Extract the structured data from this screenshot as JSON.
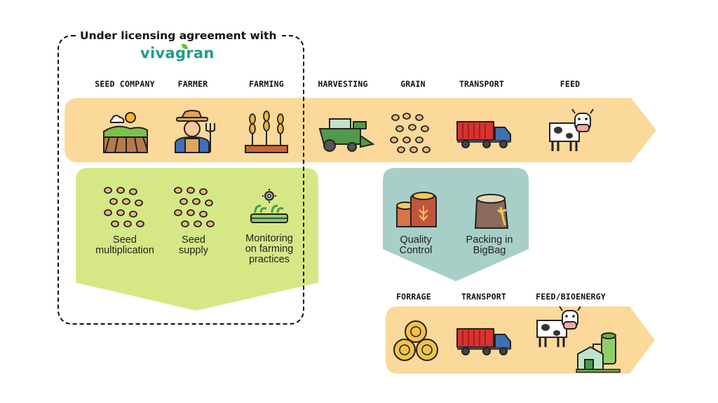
{
  "license": {
    "title": "Under licensing agreement with",
    "brand": "vivagran"
  },
  "stage_labels": {
    "seed_company": "SEED COMPANY",
    "farmer": "FARMER",
    "farming": "FARMING",
    "harvesting": "HARVESTING",
    "grain": "GRAIN",
    "transport": "TRANSPORT",
    "feed": "FEED"
  },
  "licensed_steps": {
    "seed_multiplication": "Seed\nmultiplication",
    "seed_supply": "Seed\nsupply",
    "monitoring": "Monitoring\non farming\npractices"
  },
  "grain_steps": {
    "quality_control": "Quality\nControl",
    "packing": "Packing in\nBigBag"
  },
  "lower_labels": {
    "forrage": "FORRAGE",
    "transport": "TRANSPORT",
    "feed_bioenergy": "FEED/BIOENERGY"
  },
  "colors": {
    "main_arrow": "#fbd99a",
    "green_panel": "#d6e885",
    "teal_panel": "#a7cfc8",
    "lower_arrow": "#fbd99a",
    "brand": "#1f9e8a"
  }
}
